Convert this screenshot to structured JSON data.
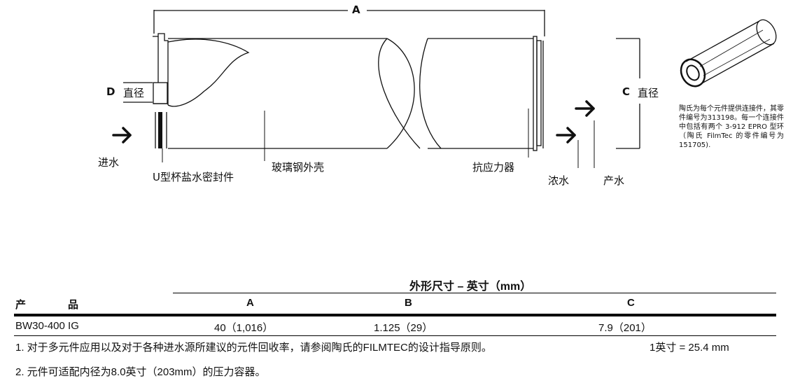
{
  "diagram": {
    "dim_a": "A",
    "dim_d": "D",
    "dim_d_text": "直径",
    "dim_c": "C",
    "dim_c_text": "直径",
    "label_feed": "进水",
    "label_seal": "U型杯盐水密封件",
    "label_shell": "玻璃钢外壳",
    "label_atd": "抗应力器",
    "label_concentrate": "浓水",
    "label_permeate": "产水",
    "note": "陶氏为每个元件提供连接件，其零件编号为313198。每一个连接件中包括有两个 3-912 EPRO 型环（陶氏 FilmTec 的零件编号为 151705)."
  },
  "table": {
    "caption": "外形尺寸 – 英寸（mm）",
    "headers": {
      "product": "产　　　　品",
      "a": "A",
      "b": "B",
      "c": "C"
    },
    "rows": [
      {
        "product": "BW30-400 IG",
        "a": "40（1,016）",
        "b": "1.125（29）",
        "c": "7.9（201）"
      }
    ]
  },
  "footnotes": {
    "note1": "1. 对于多元件应用以及对于各种进水源所建议的元件回收率，请参阅陶氏的FILMTEC的设计指导原则。",
    "conversion": "1英寸 = 25.4 mm",
    "note2": "2. 元件可适配内径为8.0英寸（203mm）的压力容器。"
  }
}
